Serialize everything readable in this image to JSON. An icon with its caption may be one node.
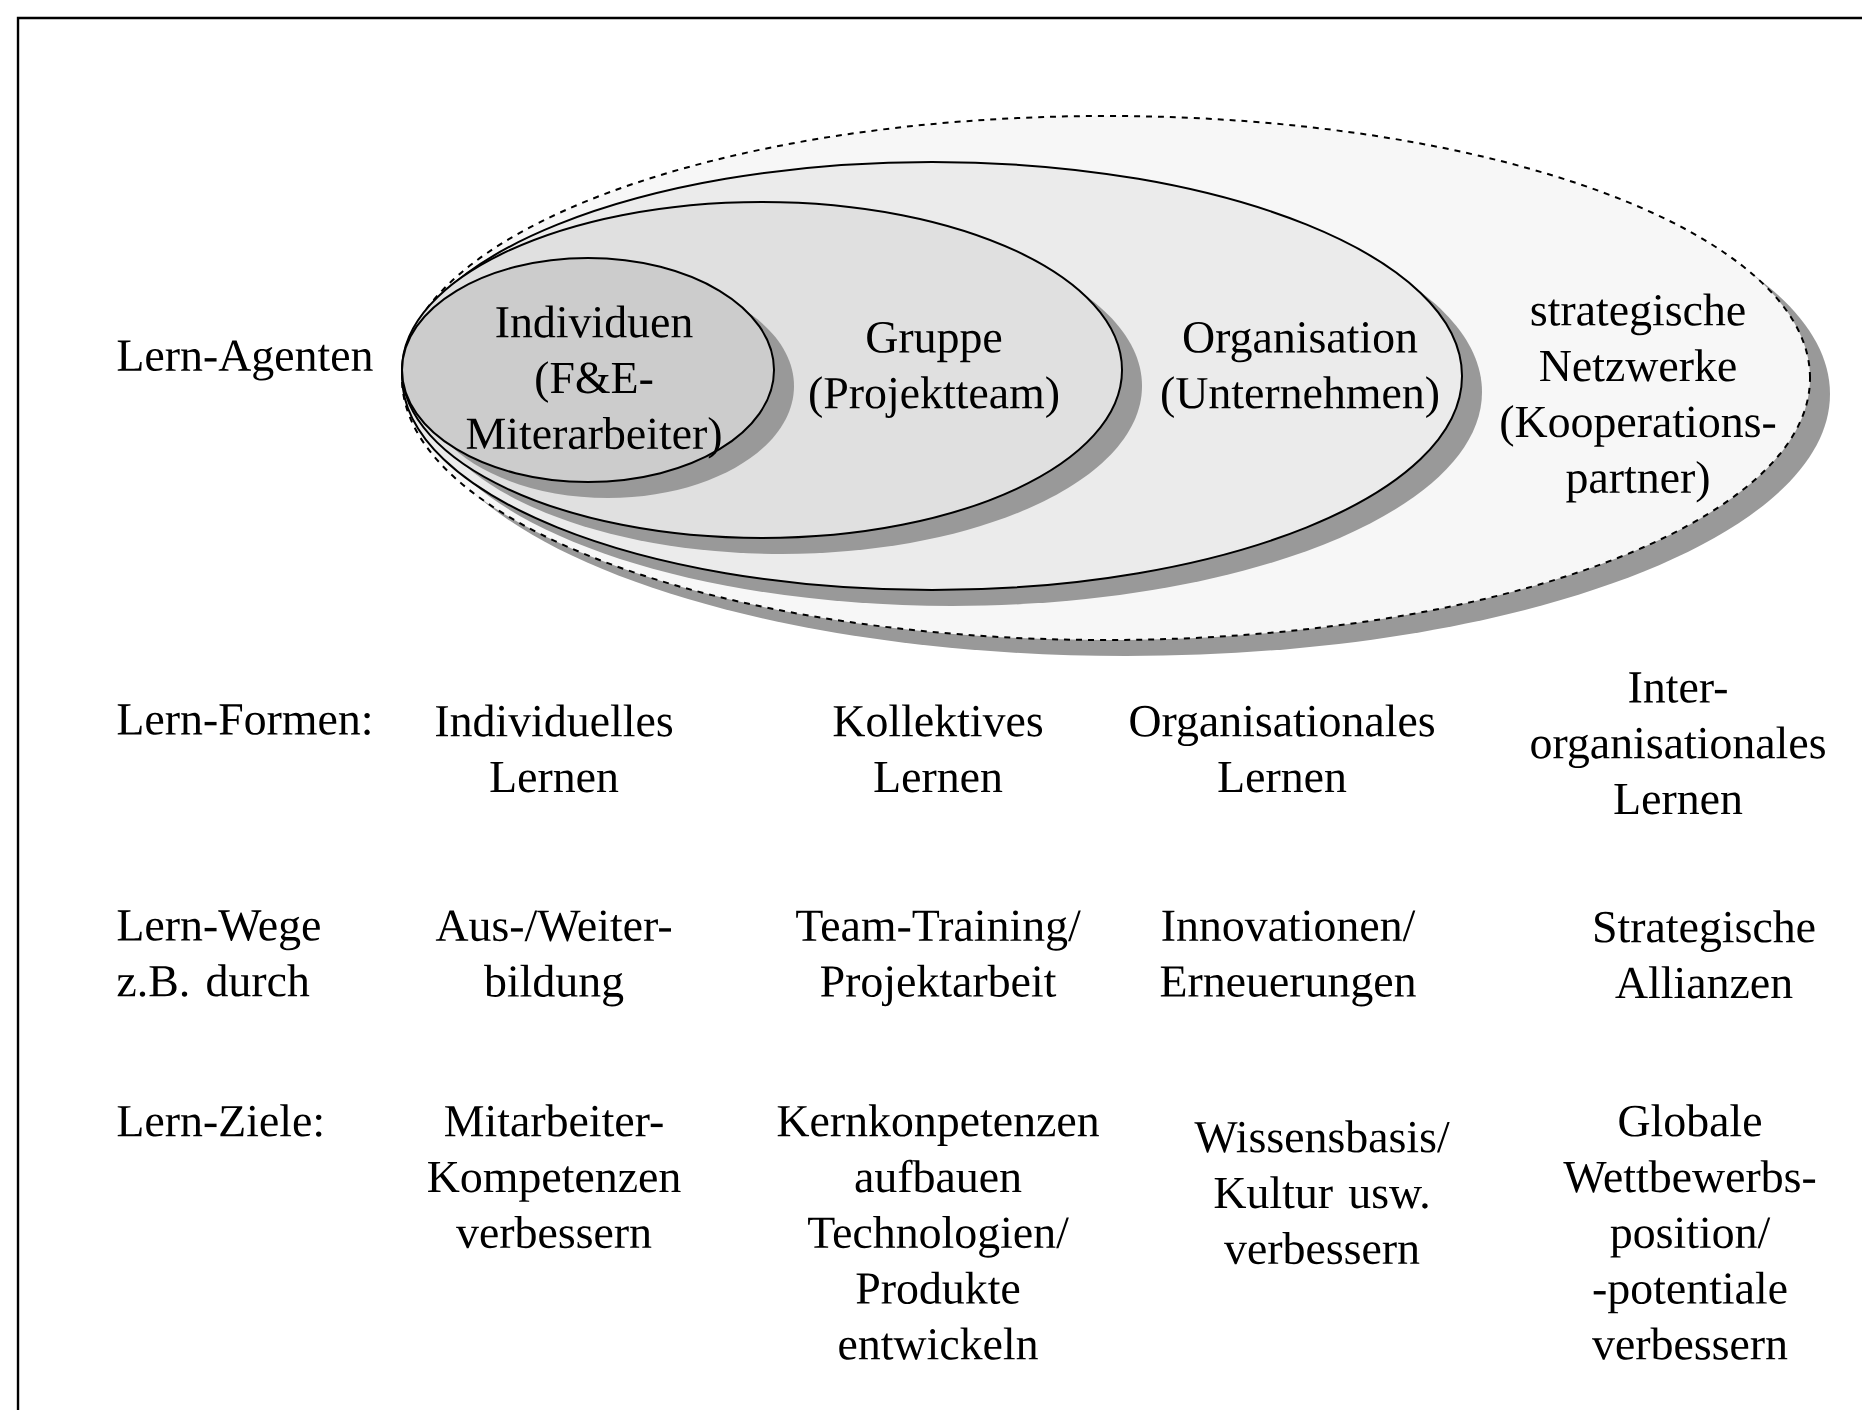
{
  "diagram": {
    "nodes": [
      {
        "text": [
          "strategische Netzwerke (Kooperations- partner)"
        ]
      },
      {
        "text": [
          "Organisation (Unternehmen)"
        ],
        "in": 0
      },
      {
        "text": [
          "Gruppe (Projektteam)"
        ],
        "in": 1
      },
      {
        "text": [
          "Individuen (F&E- Miterarbeiter)"
        ],
        "in": 2
      }
    ],
    "labels": [
      "Lern-Agenten",
      "Lern-Formen:",
      "Individuelles Lernen",
      "Kollektives Lernen",
      "Organisationales Lernen",
      "Inter- organisationales Lernen",
      "Lern-Wege z.B. durch",
      "Aus-/Weiter- bildung",
      "Team-Training/ Projektarbeit",
      "Innovationen/ Erneuerungen",
      "Strategische Allianzen",
      "Lern-Ziele:",
      "Mitarbeiter- Kompetenzen verbessern",
      "Kernkonpetenzen aufbauen Technologien/ Produkte entwickeln",
      "Wissensbasis/ Kultur usw. verbessern",
      "Globale Wettbewerbs- position/ -potentiale verbessern"
    ]
  }
}
